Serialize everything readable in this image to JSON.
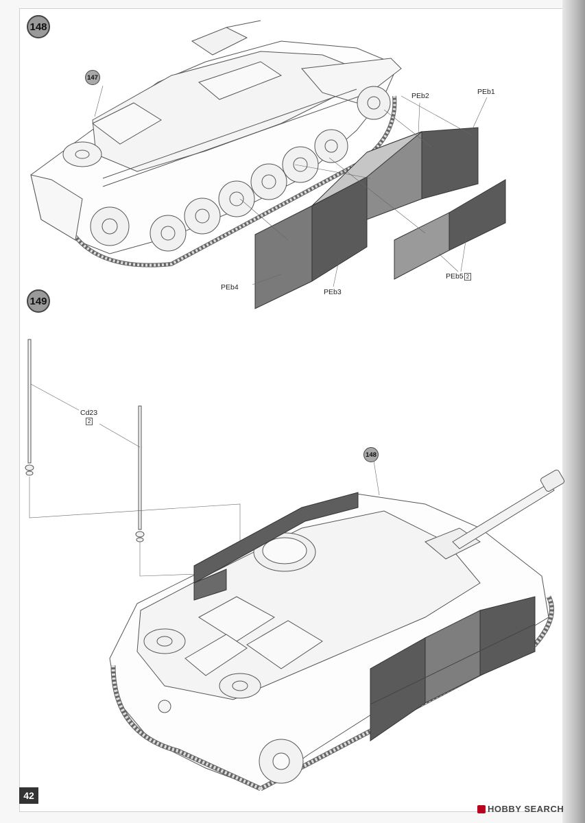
{
  "page": {
    "page_number": "42",
    "watermark": "HOBBY SEARCH"
  },
  "steps": [
    {
      "number": "148",
      "reference_badge": "147",
      "parts": [
        {
          "label": "PEb1",
          "qty": ""
        },
        {
          "label": "PEb2",
          "qty": ""
        },
        {
          "label": "PEb3",
          "qty": ""
        },
        {
          "label": "PEb4",
          "qty": ""
        },
        {
          "label": "PEb5",
          "qty": "2"
        }
      ]
    },
    {
      "number": "149",
      "reference_badge": "148",
      "parts": [
        {
          "label": "Cd23",
          "qty": "2"
        }
      ]
    }
  ],
  "colors": {
    "hull_line": "#555555",
    "skirt_dark": "#555555",
    "skirt_mid": "#7a7a7a",
    "skirt_light": "#9a9a9a"
  }
}
